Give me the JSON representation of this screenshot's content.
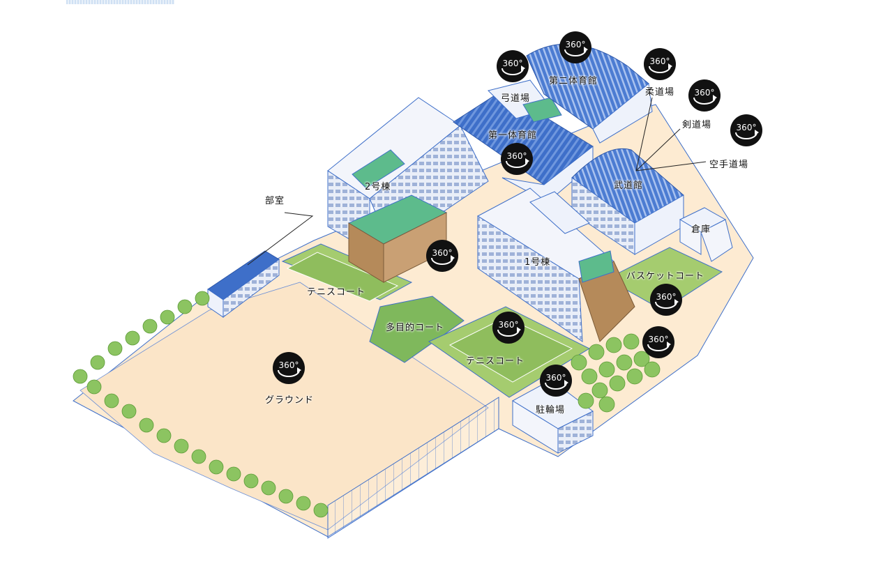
{
  "map": {
    "pin_text": "360°",
    "labels": {
      "kyudojo": "弓道場",
      "gym2": "第二体育館",
      "judojo": "柔道場",
      "kendojo": "剣道場",
      "karatedojo": "空手道場",
      "gym1": "第一体育館",
      "budokan": "武道館",
      "bldg2": "2号棟",
      "bukatsu": "部室",
      "soko": "倉庫",
      "bldg1": "1号棟",
      "basketcourt": "バスケットコート",
      "tennis1": "テニスコート",
      "multicourt": "多目的コート",
      "tennis2": "テニスコート",
      "bike": "駐輪場",
      "ground": "グラウンド"
    }
  },
  "colors": {
    "ground": "#fdebd2",
    "grass": "#a5cc6f",
    "court_green": "#7fb85c",
    "roof_blue": "#3e6fc9",
    "roof_green": "#5dbb8c",
    "wall": "#f3f5fb",
    "brown": "#b58a5a",
    "tree": "#8cc461",
    "pin": "#111111"
  }
}
